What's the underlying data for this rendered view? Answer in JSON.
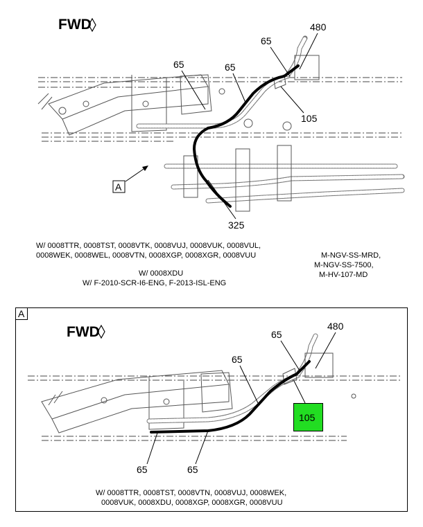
{
  "top_view": {
    "fwd_label": "FWD",
    "view_marker": "A",
    "callouts": [
      "480",
      "65",
      "65",
      "65",
      "105",
      "325"
    ],
    "caption_left_1": "W/ 0008TTR, 0008TST, 0008VTK, 0008VUJ, 0008VUK, 0008VUL,",
    "caption_left_2": "0008WEK, 0008WEL, 0008VTN, 0008XGP, 0008XGR, 0008VUU",
    "caption_left_3": "W/ 0008XDU",
    "caption_left_4": "W/ F-2010-SCR-I6-ENG, F-2013-ISL-ENG",
    "caption_right_1": "M-NGV-SS-MRD,",
    "caption_right_2": "M-NGV-SS-7500,",
    "caption_right_3": "M-HV-107-MD"
  },
  "detail_view": {
    "frame_label": "A",
    "fwd_label": "FWD",
    "callouts": [
      "480",
      "65",
      "65",
      "65",
      "65"
    ],
    "highlight_label": "105",
    "highlight_color": "#22dd22",
    "caption_1": "W/ 0008TTR, 0008TST, 0008VTN, 0008VUJ, 0008WEK,",
    "caption_2": "0008VUK, 0008XDU, 0008XGP, 0008XGR, 0008VUU"
  }
}
